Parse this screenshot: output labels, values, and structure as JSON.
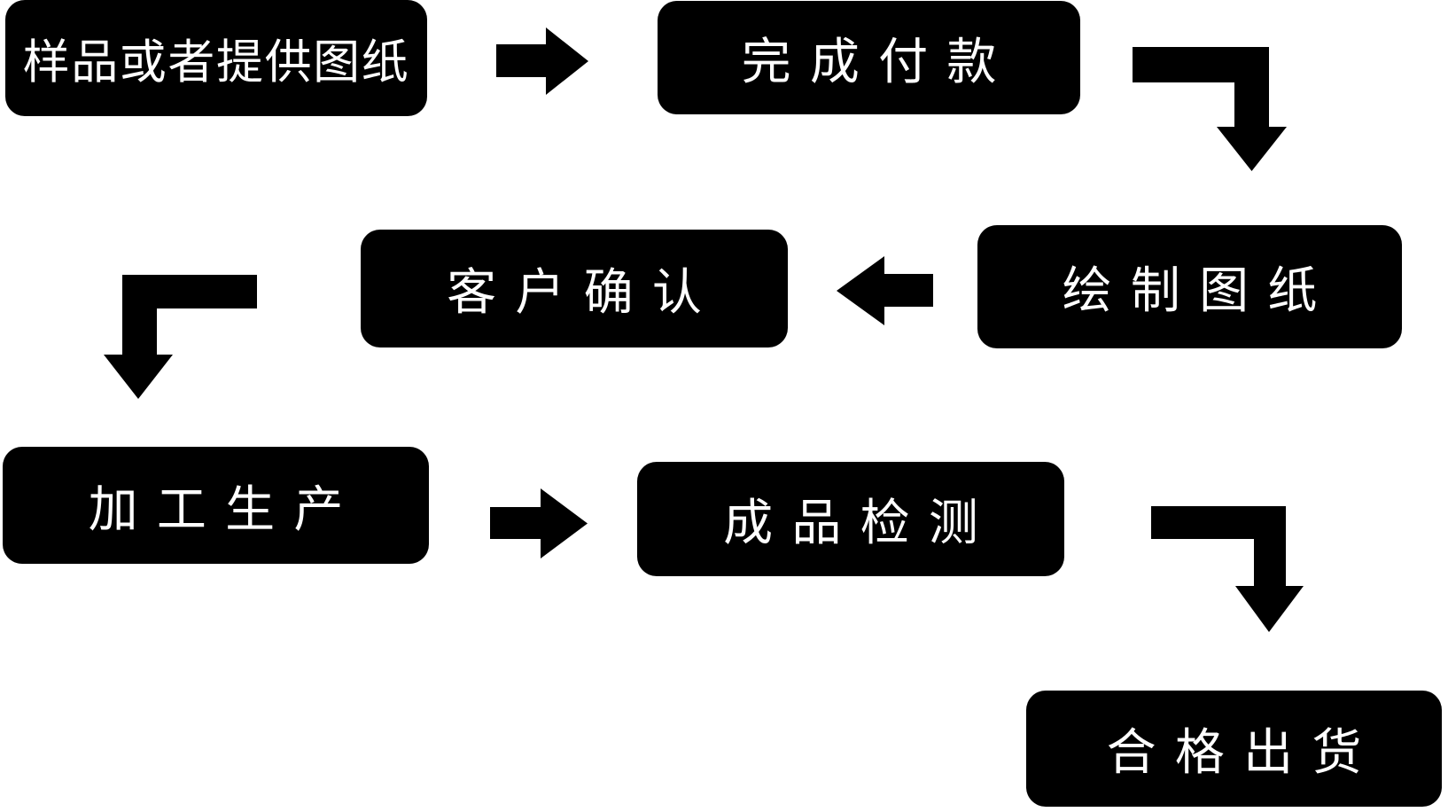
{
  "flowchart": {
    "background_color": "#ffffff",
    "node_fill_color": "#000000",
    "node_text_color": "#ffffff",
    "arrow_color": "#000000",
    "nodes": [
      {
        "id": "sample-or-drawing",
        "label": "样品或者提供图纸"
      },
      {
        "id": "complete-payment",
        "label": "完成付款"
      },
      {
        "id": "customer-confirm",
        "label": "客户确认"
      },
      {
        "id": "draw-drawings",
        "label": "绘制图纸"
      },
      {
        "id": "processing-production",
        "label": "加工生产"
      },
      {
        "id": "product-inspection",
        "label": "成品检测"
      },
      {
        "id": "qualified-shipment",
        "label": "合格出货"
      }
    ],
    "connections": [
      {
        "from": "sample-or-drawing",
        "to": "complete-payment",
        "direction": "right"
      },
      {
        "from": "complete-payment",
        "to": "draw-drawings",
        "direction": "down"
      },
      {
        "from": "draw-drawings",
        "to": "customer-confirm",
        "direction": "left"
      },
      {
        "from": "customer-confirm",
        "to": "processing-production",
        "direction": "down"
      },
      {
        "from": "processing-production",
        "to": "product-inspection",
        "direction": "right"
      },
      {
        "from": "product-inspection",
        "to": "qualified-shipment",
        "direction": "down"
      }
    ]
  }
}
